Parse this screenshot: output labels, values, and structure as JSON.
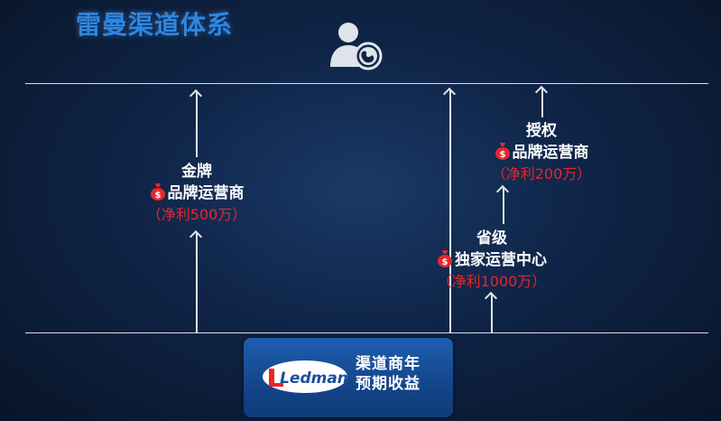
{
  "title": "雷曼渠道体系",
  "icons": {
    "top": "user-globe-icon",
    "money": "money-bag-icon",
    "logo": "ledman-logo"
  },
  "gold": {
    "label": "金牌",
    "role": "品牌运营商",
    "profit": "（净利500万）"
  },
  "provincial": {
    "label": "省级",
    "role": "独家运营中心",
    "profit": "（净利1000万）"
  },
  "authorized": {
    "label": "授权",
    "role": "品牌运营商",
    "profit": "（净利200万）"
  },
  "footer": {
    "line1": "渠道商年",
    "line2": "预期收益",
    "brand": "Ledman"
  },
  "colors": {
    "profit": "#e8262b",
    "title": "#2f86e0",
    "background": "#0f2447"
  }
}
